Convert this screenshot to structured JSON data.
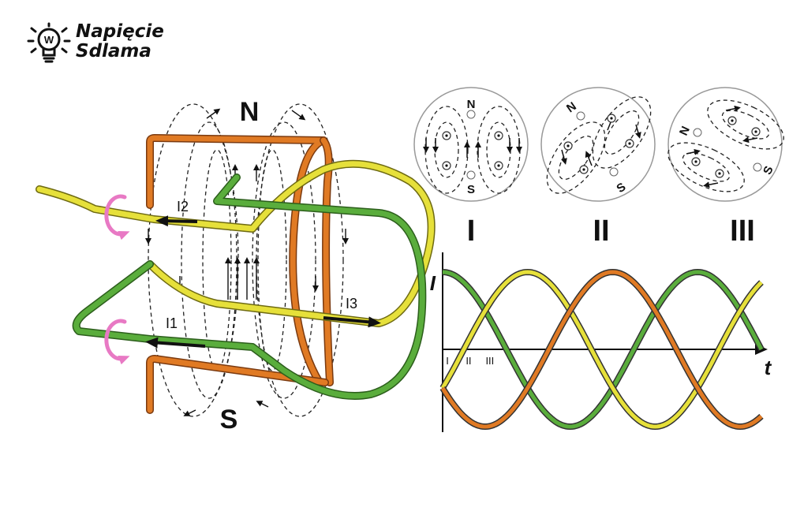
{
  "logo": {
    "line1": "Napięcie",
    "line2": "Sdlama",
    "icon": "lightbulb-icon"
  },
  "machine": {
    "pole_top": "N",
    "pole_bottom": "S",
    "currents": [
      "I1",
      "I2",
      "I3"
    ],
    "coil_colors": {
      "phase1": "#5aad3c",
      "phase2": "#e6e03a",
      "phase3": "#e07a24"
    },
    "rotation_arrow_color": "#e879c4"
  },
  "stator_snapshots": [
    {
      "label": "I",
      "north": "N",
      "south": "S"
    },
    {
      "label": "II",
      "north": "N",
      "south": "S"
    },
    {
      "label": "III",
      "north": "N",
      "south": "S"
    }
  ],
  "chart_data": {
    "type": "line",
    "ylabel": "I",
    "xlabel": "t",
    "x_ticks": [
      "I",
      "II",
      "III"
    ],
    "series": [
      {
        "color": "#5aad3c",
        "phase_deg": 90
      },
      {
        "color": "#e6e03a",
        "phase_deg": -30
      },
      {
        "color": "#e07a24",
        "phase_deg": 210
      }
    ],
    "x_range_deg": [
      0,
      450
    ],
    "ylim": [
      -1,
      1
    ]
  }
}
